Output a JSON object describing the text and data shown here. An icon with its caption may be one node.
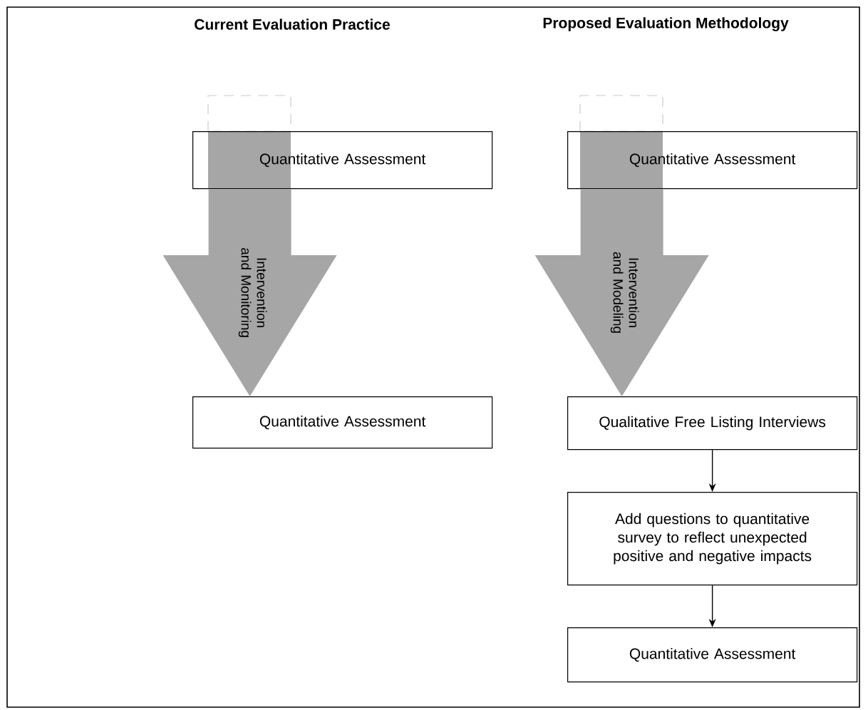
{
  "diagram": {
    "nodes": [
      {
        "text": [
          "Quantitative Assessment"
        ]
      },
      {
        "text": [
          "Quantitative Assessment"
        ]
      },
      {
        "text": [
          "Quantitative Assessment"
        ]
      },
      {
        "text": [
          "Qualitative Free Listing Interviews"
        ]
      },
      {
        "text": [
          "Add questions to quantitative survey to reflect unexpected positive and negative impacts"
        ]
      },
      {
        "text": [
          "Quantitative Assessment"
        ]
      }
    ],
    "edges": [
      {
        "from": 0,
        "to": 1,
        "arrow": "to",
        "label": "Intervention and Monitoring",
        "style": "thick",
        "color": "#a6a6a6"
      },
      {
        "from": 2,
        "to": 3,
        "arrow": "to",
        "label": "Intervention and Modeling",
        "style": "thick",
        "color": "#a6a6a6"
      },
      {
        "from": 3,
        "to": 4,
        "arrow": "to"
      },
      {
        "from": 4,
        "to": 5,
        "arrow": "to"
      }
    ],
    "labels": [
      "Current Evaluation Practice",
      "Proposed Evaluation Methodology"
    ]
  }
}
